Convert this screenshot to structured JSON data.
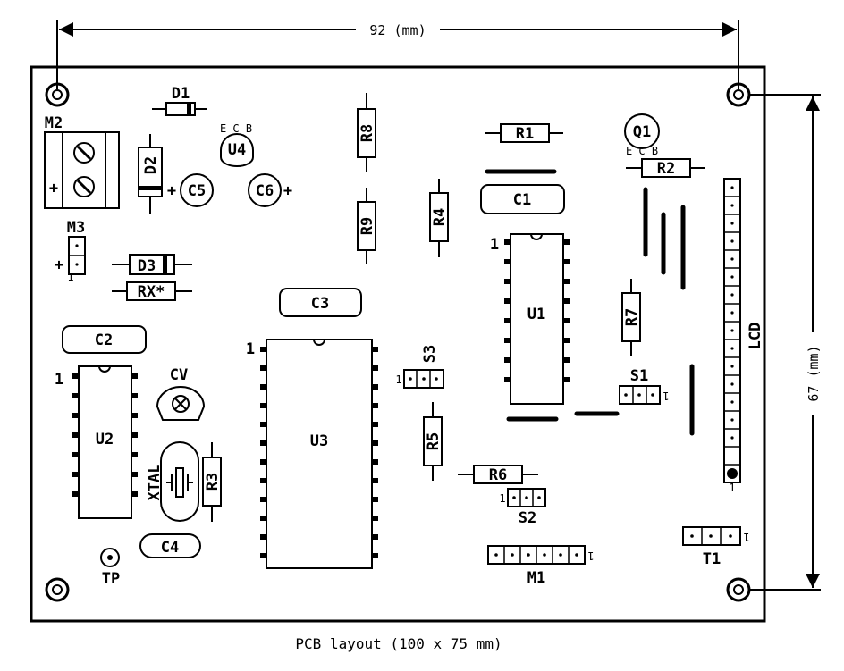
{
  "title": "PCB layout (100 x 75 mm)",
  "dimensions": {
    "width_label": "92 (mm)",
    "height_label": "67 (mm)"
  },
  "components": {
    "D1": "D1",
    "D2": "D2",
    "D3": "D3",
    "M2": "M2",
    "M3": "M3",
    "U4": "U4",
    "C5": "C5",
    "C6": "C6",
    "R8": "R8",
    "R9": "R9",
    "R4": "R4",
    "R1": "R1",
    "Q1": "Q1",
    "R2": "R2",
    "C1": "C1",
    "U1": "U1",
    "R7": "R7",
    "S1": "S1",
    "LCD": "LCD",
    "RX": "RX*",
    "C3": "C3",
    "C2": "C2",
    "U2": "U2",
    "CV": "CV",
    "XTAL": "XTAL",
    "R3": "R3",
    "U3": "U3",
    "S3": "S3",
    "R5": "R5",
    "R6": "R6",
    "S2": "S2",
    "C4": "C4",
    "TP": "TP",
    "M1": "M1",
    "T1": "T1"
  },
  "marks": {
    "pin1": "1",
    "plus": "+",
    "u4_pins": "E C B",
    "q1_pins": "E C B"
  }
}
